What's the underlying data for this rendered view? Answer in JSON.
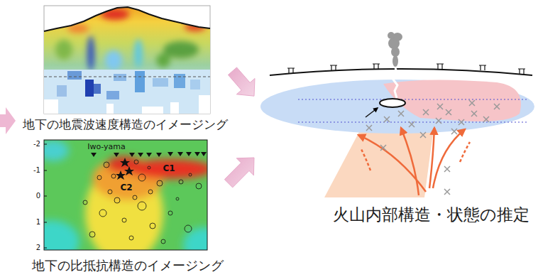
{
  "diagram": {
    "nodes": [
      {
        "text": [
          "地下の地震波速度構造のイメージング"
        ]
      },
      {
        "text": [
          "地下の比抵抗構造のイメージング"
        ]
      },
      {
        "text": [
          "火山内部構造・状態の推定"
        ]
      }
    ],
    "edges": [
      {
        "from": 0,
        "to": 2,
        "arrow": "to"
      },
      {
        "from": 1,
        "to": 2,
        "arrow": "to"
      }
    ],
    "labels": [
      "-2",
      "-1",
      "0",
      "1",
      "2",
      "Iwo-yama",
      "C1",
      "C2"
    ]
  }
}
